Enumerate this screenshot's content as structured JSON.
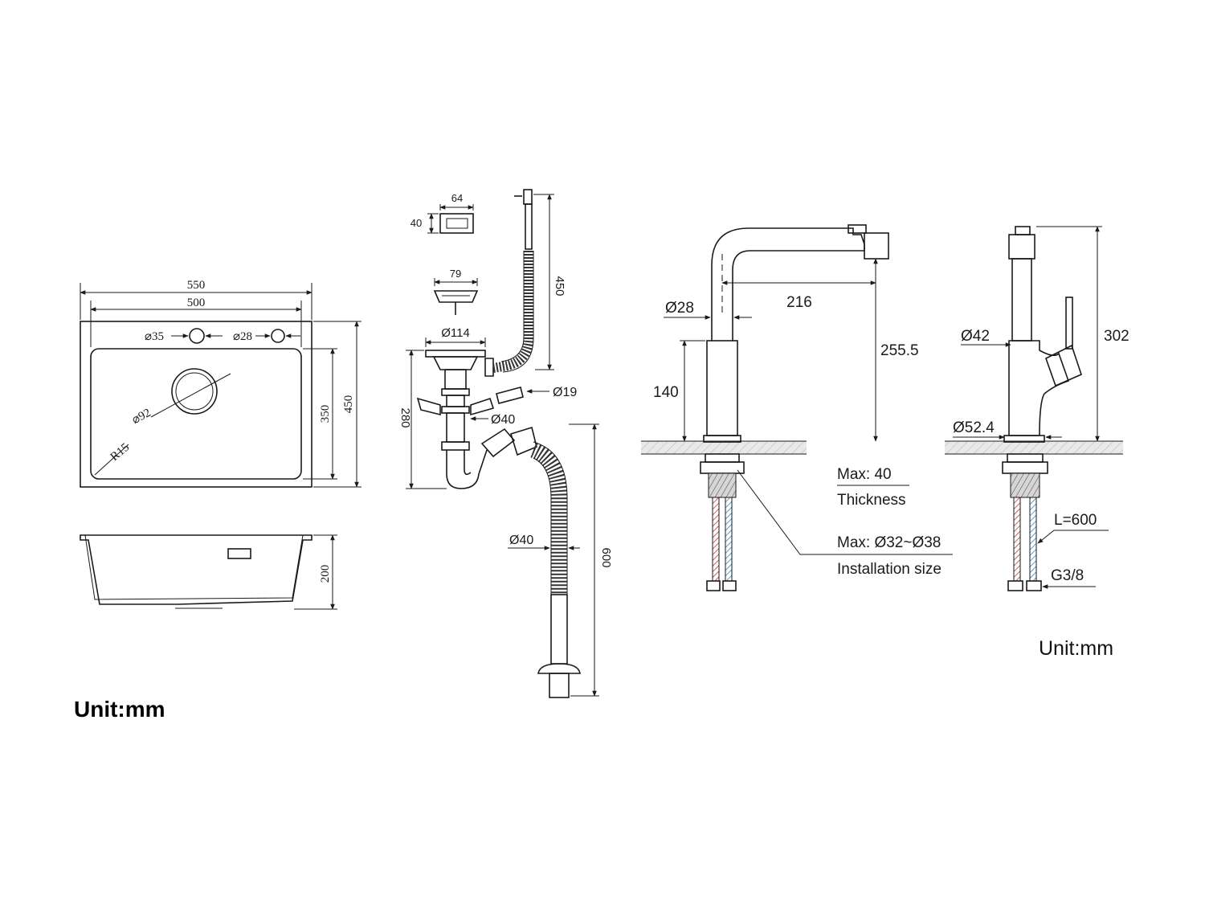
{
  "sink_top": {
    "overall_width": "550",
    "bowl_width": "500",
    "hole_left": "⌀35",
    "hole_right": "⌀28",
    "drain": "⌀92",
    "corner_radius": "R15",
    "bowl_depth_inner": "350",
    "overall_depth": "450"
  },
  "sink_side": {
    "height": "200"
  },
  "drain_kit": {
    "overflow_width": "64",
    "overflow_height": "40",
    "basket": "79",
    "flange": "Ø114",
    "overflow_hose_length": "450",
    "trap_height": "280",
    "connector": "Ø19",
    "trap_pipe": "Ø40",
    "drain_hose": "Ø40",
    "drain_hose_length": "600"
  },
  "faucet_front": {
    "spout_diameter": "Ø28",
    "reach": "216",
    "height": "255.5",
    "body_height": "140",
    "max_thickness": "Max: 40",
    "thickness_label": "Thickness",
    "max_install": "Max: Ø32~Ø38",
    "install_label": "Installation size"
  },
  "faucet_side": {
    "body_diameter": "Ø42",
    "total_height": "302",
    "base_diameter": "Ø52.4",
    "hose_length": "L=600",
    "thread": "G3/8"
  },
  "units": {
    "left": "Unit:mm",
    "right": "Unit:mm"
  }
}
